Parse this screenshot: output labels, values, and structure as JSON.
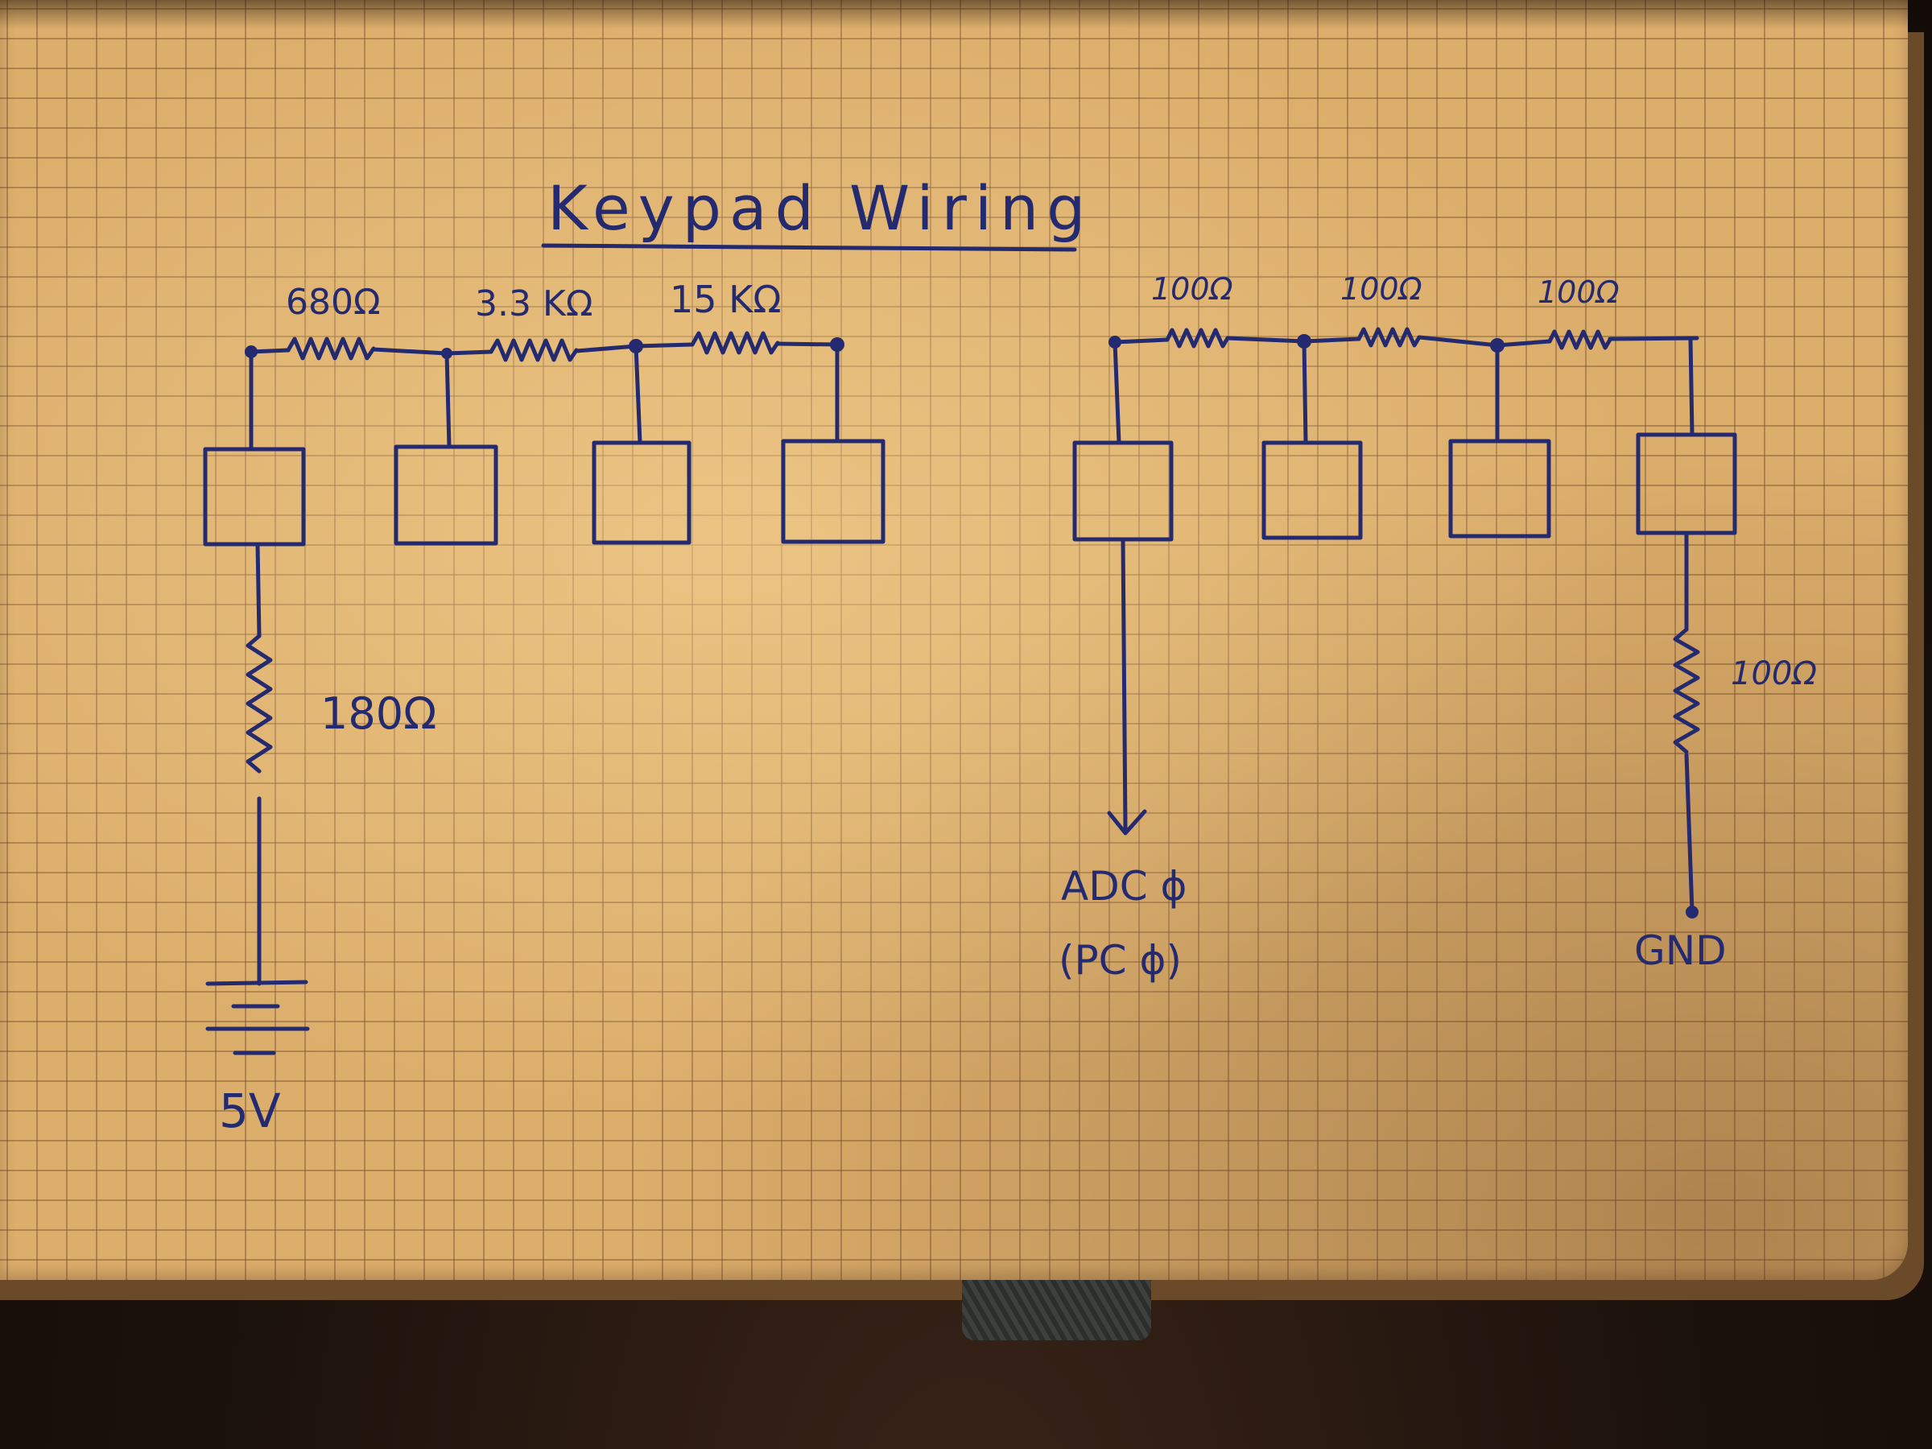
{
  "title": "Keypad Wiring",
  "left_network": {
    "series_resistors": [
      "680Ω",
      "3.3 KΩ",
      "15 KΩ"
    ],
    "pulldown_resistor": "180Ω",
    "supply_label": "5V"
  },
  "right_network": {
    "series_resistors": [
      "100Ω",
      "100Ω",
      "100Ω"
    ],
    "ground_resistor": "100Ω",
    "output_label": "ADC ϕ",
    "output_pin": "(PC ϕ)",
    "ground_label": "GND"
  },
  "colors": {
    "ink": "#242a70",
    "paper": "#dcae6c",
    "grid": "#a0704a"
  }
}
